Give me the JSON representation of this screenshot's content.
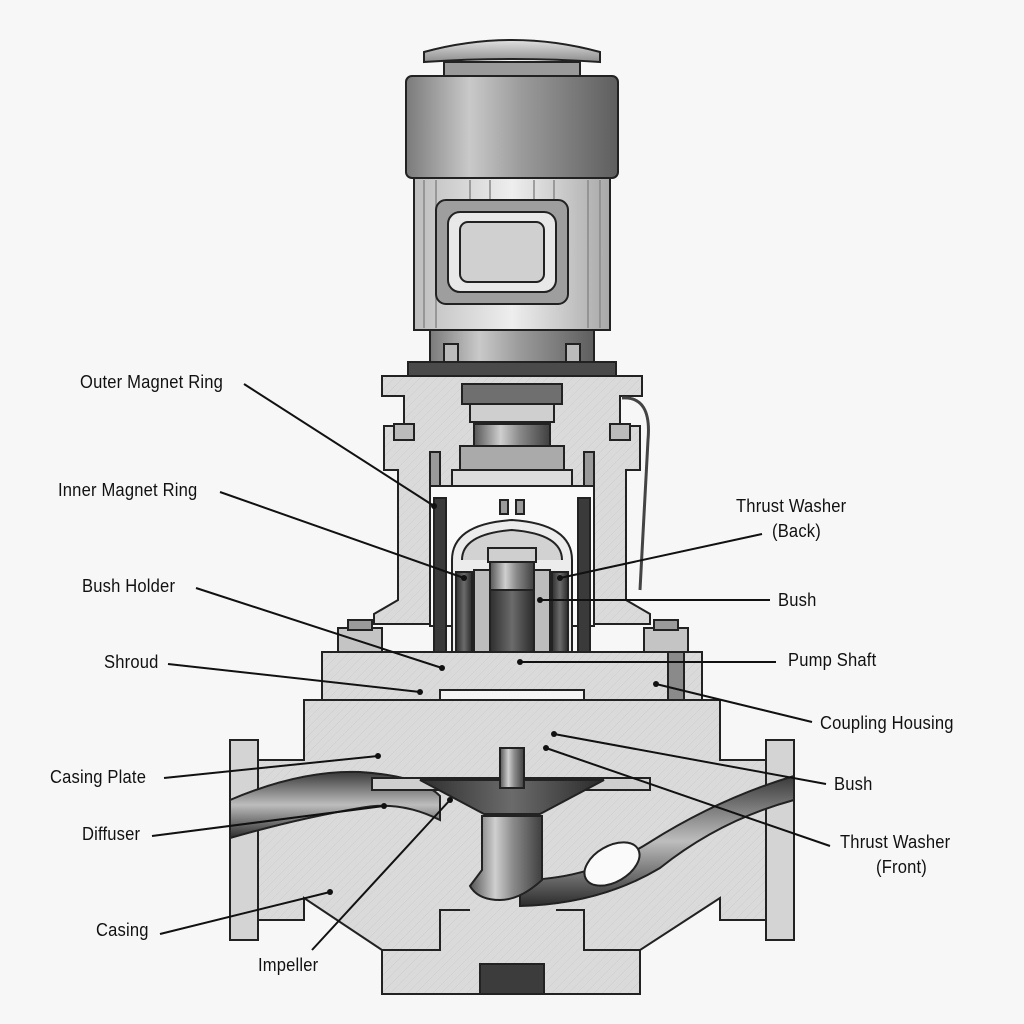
{
  "diagram": {
    "labels": {
      "outer_magnet_ring": "Outer Magnet Ring",
      "inner_magnet_ring": "Inner Magnet Ring",
      "bush_holder": "Bush Holder",
      "shroud": "Shroud",
      "casing_plate": "Casing Plate",
      "diffuser": "Diffuser",
      "casing": "Casing",
      "impeller": "Impeller",
      "thrust_washer_back_line1": "Thrust Washer",
      "thrust_washer_back_line2": "(Back)",
      "bush_upper": "Bush",
      "pump_shaft": "Pump Shaft",
      "coupling_housing": "Coupling Housing",
      "bush_lower": "Bush",
      "thrust_washer_front_line1": "Thrust Washer",
      "thrust_washer_front_line2": "(Front)"
    }
  }
}
